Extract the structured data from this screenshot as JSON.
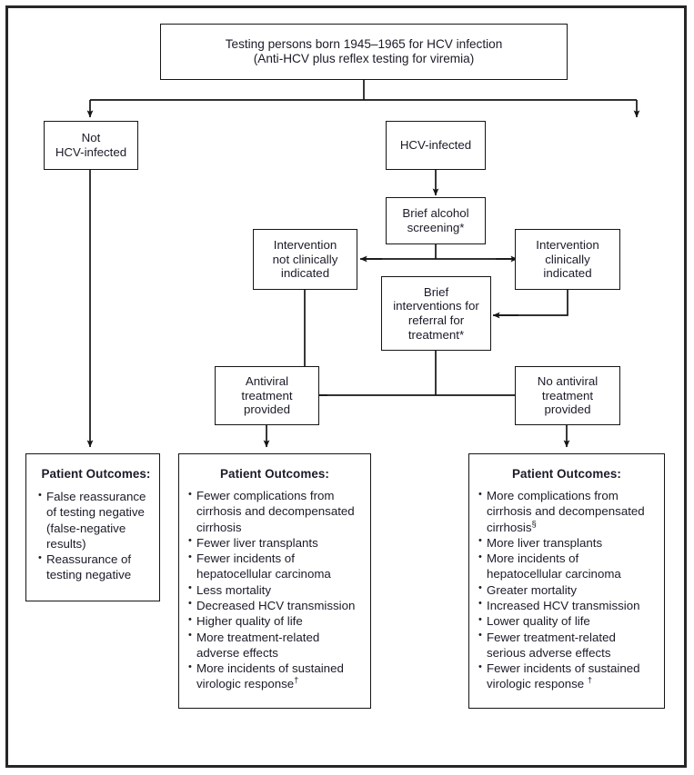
{
  "diagram": {
    "title": "HCV testing and care flowchart",
    "nodes": {
      "screening": {
        "lines": [
          "Testing persons born 1945–1965 for HCV infection",
          "(Anti-HCV plus reflex testing for viremia)"
        ]
      },
      "not_infected": {
        "lines": [
          "Not",
          "HCV-infected"
        ]
      },
      "infected": {
        "lines": [
          "HCV-infected"
        ]
      },
      "alcohol": {
        "lines": [
          "Brief alcohol",
          "screening*"
        ]
      },
      "not_indicated": {
        "lines": [
          "Intervention",
          "not clinically",
          "indicated"
        ]
      },
      "indicated": {
        "lines": [
          "Intervention",
          "clinically",
          "indicated"
        ]
      },
      "brief_interventions": {
        "lines": [
          "Brief",
          "interventions for",
          "referral for",
          "treatment*"
        ]
      },
      "antiviral": {
        "lines": [
          "Antiviral",
          "treatment",
          "provided"
        ]
      },
      "no_antiviral": {
        "lines": [
          "No antiviral",
          "treatment",
          "provided"
        ]
      }
    },
    "outcomes": {
      "title": "Patient Outcomes:",
      "left": {
        "items": [
          "False reassurance of testing negative (false-negative results)",
          "Reassurance of testing negative"
        ]
      },
      "middle": {
        "items": [
          "Fewer complications from cirrhosis and decompensated cirrhosis",
          "Fewer liver transplants",
          "Fewer incidents of hepatocellular carcinoma",
          "Less mortality",
          "Decreased HCV transmission",
          "Higher quality of life",
          "More treatment-related adverse effects",
          "More incidents of sustained virologic response†"
        ]
      },
      "right": {
        "items": [
          "More complications from cirrhosis and decompensated cirrhosis§",
          "More liver transplants",
          "More incidents of hepatocellular carcinoma",
          "Greater mortality",
          "Increased HCV transmission",
          "Lower quality of life",
          "Fewer treatment-related serious adverse effects",
          "Fewer incidents of sustained virologic response †"
        ]
      }
    },
    "colors": {
      "stroke": "#151515",
      "text": "#1b1b28",
      "background": "#ffffff",
      "frame": "#262626"
    }
  }
}
